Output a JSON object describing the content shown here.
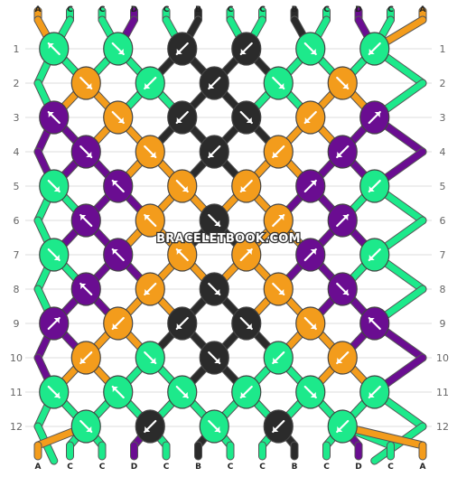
{
  "colors": {
    "A": "#f39c1c",
    "B": "#2b2b2b",
    "C": "#1de98b",
    "D": "#6a0d91"
  },
  "top_strands": [
    "A",
    "C",
    "C",
    "D",
    "C",
    "B",
    "C",
    "C",
    "B",
    "C",
    "D",
    "C",
    "A"
  ],
  "bottom_strands": [
    "A",
    "C",
    "C",
    "D",
    "C",
    "B",
    "C",
    "C",
    "B",
    "C",
    "D",
    "C",
    "A"
  ],
  "watermark": "BRACELETBOOK.COM",
  "rows": [
    {
      "label": "1",
      "knots": [
        {
          "c": "C",
          "d": "nw"
        },
        {
          "c": "C",
          "d": "se"
        },
        {
          "c": "B",
          "d": "sw"
        },
        {
          "c": "B",
          "d": "sw"
        },
        {
          "c": "C",
          "d": "se"
        },
        {
          "c": "C",
          "d": "sw"
        }
      ]
    },
    {
      "label": "2",
      "knots": [
        {
          "c": "A",
          "d": "se"
        },
        {
          "c": "C",
          "d": "sw"
        },
        {
          "c": "B",
          "d": "sw"
        },
        {
          "c": "C",
          "d": "se"
        },
        {
          "c": "A",
          "d": "se"
        }
      ]
    },
    {
      "label": "3",
      "knots": [
        {
          "c": "D",
          "d": "nw"
        },
        {
          "c": "A",
          "d": "se"
        },
        {
          "c": "B",
          "d": "sw"
        },
        {
          "c": "B",
          "d": "se"
        },
        {
          "c": "A",
          "d": "sw"
        },
        {
          "c": "D",
          "d": "ne"
        }
      ]
    },
    {
      "label": "4",
      "knots": [
        {
          "c": "D",
          "d": "se"
        },
        {
          "c": "A",
          "d": "se"
        },
        {
          "c": "B",
          "d": "sw"
        },
        {
          "c": "A",
          "d": "sw"
        },
        {
          "c": "D",
          "d": "sw"
        }
      ]
    },
    {
      "label": "5",
      "knots": [
        {
          "c": "C",
          "d": "se"
        },
        {
          "c": "D",
          "d": "nw"
        },
        {
          "c": "A",
          "d": "se"
        },
        {
          "c": "A",
          "d": "sw"
        },
        {
          "c": "D",
          "d": "ne"
        },
        {
          "c": "C",
          "d": "sw"
        }
      ]
    },
    {
      "label": "6",
      "knots": [
        {
          "c": "D",
          "d": "nw"
        },
        {
          "c": "A",
          "d": "nw"
        },
        {
          "c": "B",
          "d": "se"
        },
        {
          "c": "A",
          "d": "ne"
        },
        {
          "c": "D",
          "d": "ne"
        }
      ]
    },
    {
      "label": "7",
      "knots": [
        {
          "c": "C",
          "d": "se"
        },
        {
          "c": "D",
          "d": "nw"
        },
        {
          "c": "A",
          "d": "nw"
        },
        {
          "c": "A",
          "d": "ne"
        },
        {
          "c": "D",
          "d": "ne"
        },
        {
          "c": "C",
          "d": "sw"
        }
      ]
    },
    {
      "label": "8",
      "knots": [
        {
          "c": "D",
          "d": "nw"
        },
        {
          "c": "A",
          "d": "sw"
        },
        {
          "c": "B",
          "d": "se"
        },
        {
          "c": "A",
          "d": "se"
        },
        {
          "c": "D",
          "d": "se"
        }
      ]
    },
    {
      "label": "9",
      "knots": [
        {
          "c": "D",
          "d": "ne"
        },
        {
          "c": "A",
          "d": "sw"
        },
        {
          "c": "B",
          "d": "sw"
        },
        {
          "c": "B",
          "d": "se"
        },
        {
          "c": "A",
          "d": "se"
        },
        {
          "c": "D",
          "d": "nw"
        }
      ]
    },
    {
      "label": "10",
      "knots": [
        {
          "c": "A",
          "d": "sw"
        },
        {
          "c": "C",
          "d": "se"
        },
        {
          "c": "B",
          "d": "se"
        },
        {
          "c": "C",
          "d": "sw"
        },
        {
          "c": "A",
          "d": "sw"
        }
      ]
    },
    {
      "label": "11",
      "knots": [
        {
          "c": "C",
          "d": "se"
        },
        {
          "c": "C",
          "d": "nw"
        },
        {
          "c": "C",
          "d": "se"
        },
        {
          "c": "C",
          "d": "sw"
        },
        {
          "c": "C",
          "d": "se"
        },
        {
          "c": "C",
          "d": "sw"
        }
      ]
    },
    {
      "label": "12",
      "knots": [
        {
          "c": "C",
          "d": "se"
        },
        {
          "c": "B",
          "d": "sw"
        },
        {
          "c": "C",
          "d": "se"
        },
        {
          "c": "B",
          "d": "sw"
        },
        {
          "c": "C",
          "d": "sw"
        }
      ]
    }
  ]
}
